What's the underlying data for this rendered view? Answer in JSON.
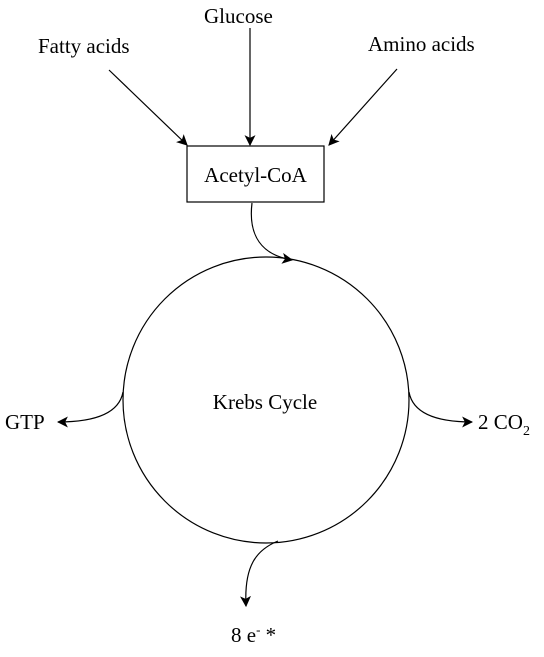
{
  "inputs": {
    "fatty_acids": "Fatty acids",
    "glucose": "Glucose",
    "amino_acids": "Amino acids"
  },
  "acetyl_coa": "Acetyl-CoA",
  "cycle_name": "Krebs Cycle",
  "outputs": {
    "gtp": "GTP",
    "co2": {
      "coefficient": "2 CO",
      "subscript": "2"
    },
    "electrons": {
      "base": "8 e",
      "superscript": "-",
      "suffix": " *"
    }
  },
  "colors": {
    "stroke": "#000000",
    "background": "#ffffff"
  }
}
